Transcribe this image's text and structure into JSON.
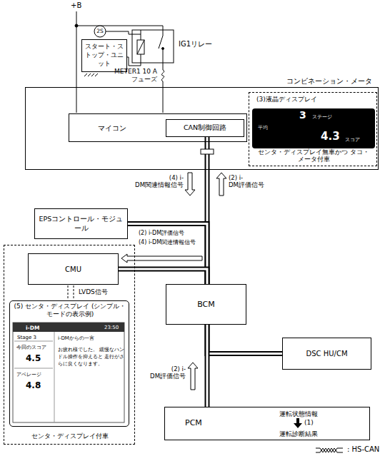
{
  "diagram": {
    "nodes": [
      {
        "text": [
          "スタート・ストップ・ユニット"
        ]
      },
      {
        "text": [
          "コンビネーション・メータ"
        ]
      },
      {
        "text": [
          "マイコン"
        ],
        "in": 1
      },
      {
        "text": [
          "CAN制御回路"
        ],
        "in": 2
      },
      {
        "text": [
          "センタ・ディスプレイ無車かつ タコ・メータ付車"
        ],
        "in": 1
      },
      {
        "text": [
          "(3)液晶ディスプレイ",
          "3",
          "ステージ",
          "平均",
          "4.3",
          "スコア"
        ],
        "in": 4
      },
      {
        "text": [
          "EPSコントロール・モジュール"
        ]
      },
      {
        "text": [
          "センタ・ディスプレイ付車"
        ]
      },
      {
        "text": [
          "CMU"
        ],
        "in": 7
      },
      {
        "text": [
          "(5) センタ・ディスプレイ (シンプル・モードの表示例)",
          "i-DM",
          "23:50",
          "Stage 3",
          "i-DMからの一言",
          "今回のスコア",
          "4.5",
          "アベレージ",
          "4.8",
          "お疲れ様でした。 緩慢なハンドル操作を抑えると 走行がさらに良くなります。"
        ],
        "in": 7
      },
      {
        "text": [
          "BCM"
        ]
      },
      {
        "text": [
          "DSC HU/CM"
        ]
      },
      {
        "text": [
          "PCM",
          "運転状態情報",
          "(1)",
          "運転診断結果"
        ]
      }
    ],
    "edges": [
      {
        "from": 3,
        "to": 10,
        "arrow": "none"
      },
      {
        "from": 6,
        "to": 10,
        "arrow": "none"
      },
      {
        "from": 8,
        "to": 10,
        "arrow": "none"
      },
      {
        "from": 10,
        "to": 11,
        "arrow": "none"
      },
      {
        "from": 10,
        "to": 12,
        "arrow": "none"
      }
    ],
    "labels": [
      "+B",
      "2S",
      "IG1リレー",
      "METER1 10 A フューズ",
      "(4) i-DM関連情報信号",
      "(2) i-DM評価信号",
      "(2) i-DM評価信号",
      "(4) i-DM関連情報信号",
      "LVDS信号",
      "(2) i-DM評価信号"
    ],
    "legend": [
      {
        "text": ": HS-CAN"
      }
    ]
  }
}
